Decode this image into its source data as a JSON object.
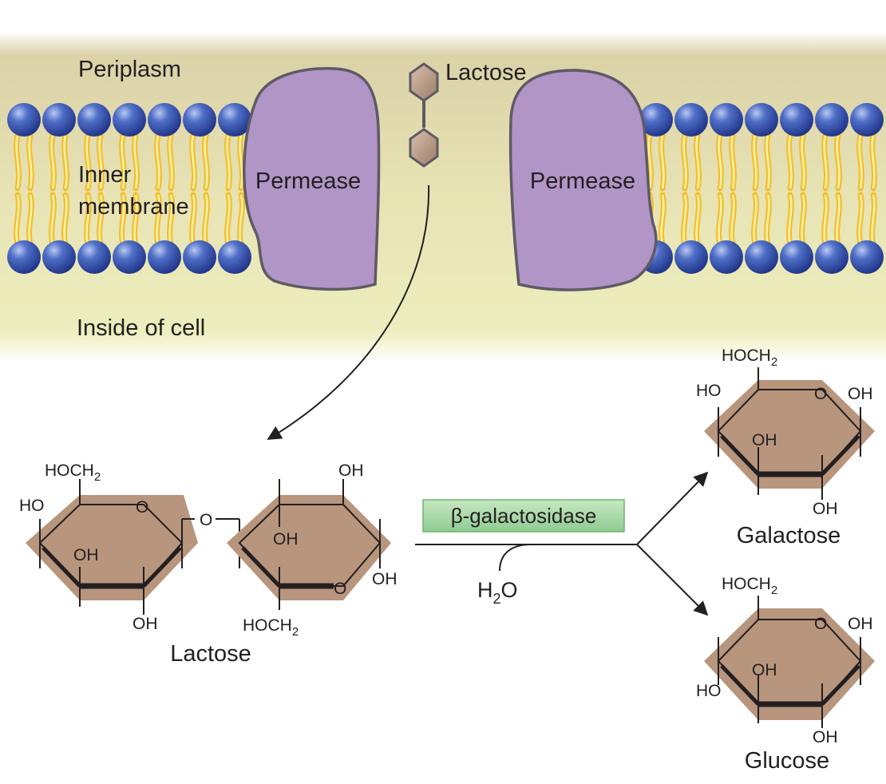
{
  "labels": {
    "periplasm": "Periplasm",
    "lactose_top": "Lactose",
    "inner_membrane_line1": "Inner",
    "inner_membrane_line2": "membrane",
    "inside_of_cell": "Inside of cell",
    "permease_left": "Permease",
    "permease_right": "Permease"
  },
  "reaction": {
    "enzyme": "β-galactosidase",
    "water_h": "H",
    "water_sub": "2",
    "water_o": "O"
  },
  "molecules": {
    "lactose": {
      "name": "Lactose",
      "hoch2_ring1_main": "HOCH",
      "hoch2_ring1_sub": "2",
      "ho_ring1": "HO",
      "o_ring1": "O",
      "oh_ring1_inner": "OH",
      "oh_ring1_bottom": "OH",
      "o_bridge": "O",
      "oh_ring2_top": "OH",
      "oh_ring2_inner": "OH",
      "o_ring2": "O",
      "oh_ring2_right": "OH",
      "hoch2_ring2_main": "HOCH",
      "hoch2_ring2_sub": "2"
    },
    "galactose": {
      "name": "Galactose",
      "hoch2_main": "HOCH",
      "hoch2_sub": "2",
      "ho": "HO",
      "o": "O",
      "oh_right": "OH",
      "oh_inner": "OH",
      "oh_bottom": "OH"
    },
    "glucose": {
      "name": "Glucose",
      "hoch2_main": "HOCH",
      "hoch2_sub": "2",
      "o": "O",
      "oh_right": "OH",
      "oh_inner": "OH",
      "ho": "HO",
      "oh_bottom": "OH"
    }
  },
  "colors": {
    "permease": "#b195c6",
    "sugar_ring": "#b8957d",
    "lipid_head": "#2f4fa8",
    "lipid_tail": "#f5c53a",
    "enzyme_box": "#9fd3a0"
  }
}
